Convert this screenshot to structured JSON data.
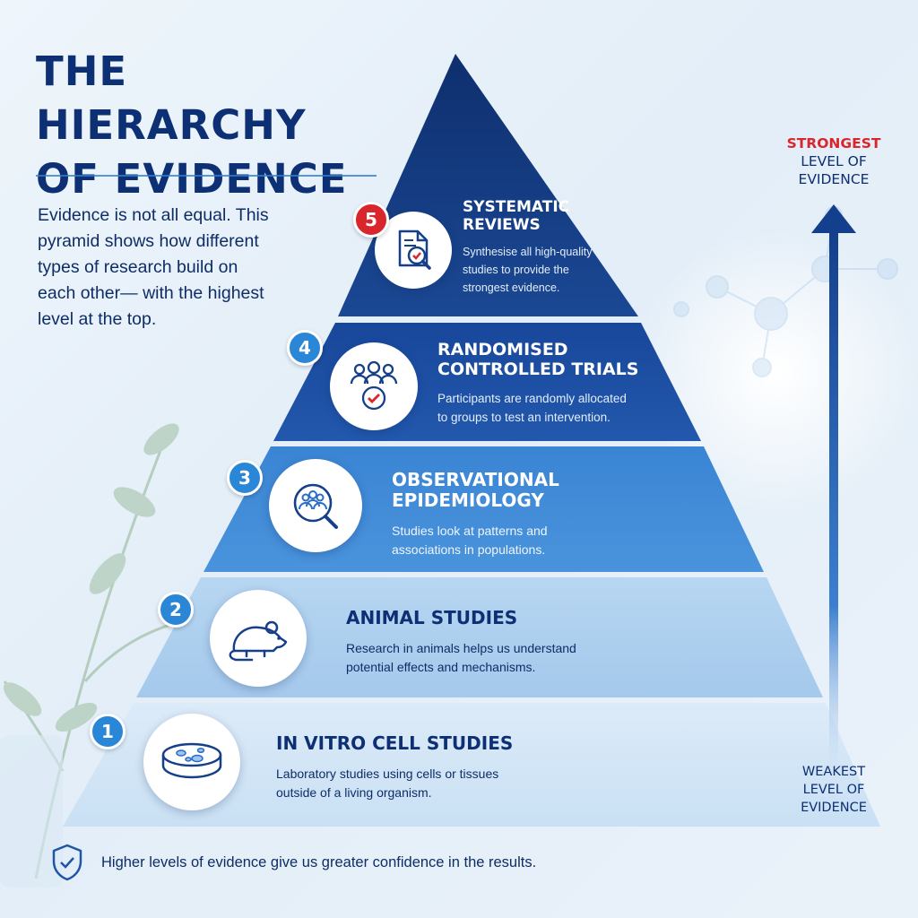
{
  "title_line1": "THE HIERARCHY",
  "title_line2": "OF EVIDENCE",
  "intro": "Evidence is not all equal. This pyramid shows how different types of research build on each other— with the highest level at the top.",
  "strongest": {
    "line1": "STRONGEST",
    "line2": "LEVEL OF",
    "line3": "EVIDENCE"
  },
  "weakest": {
    "line1": "WEAKEST",
    "line2": "LEVEL OF",
    "line3": "EVIDENCE"
  },
  "footer": "Higher levels of evidence give us greater confidence in the results.",
  "tiers": [
    {
      "number": "5",
      "title_line1": "SYSTEMATIC",
      "title_line2": "REVIEWS",
      "desc_line1": "Synthesise all high-quality",
      "desc_line2": "studies to provide the",
      "desc_line3": "strongest evidence.",
      "icon": "document-magnifier-icon",
      "color": "#163f8a",
      "badge_color": "#d9262c"
    },
    {
      "number": "4",
      "title_line1": "RANDOMISED",
      "title_line2": "CONTROLLED TRIALS",
      "desc_line1": "Participants are randomly allocated",
      "desc_line2": "to groups to test an intervention.",
      "icon": "people-check-icon",
      "color": "#1e55a8",
      "badge_color": "#2a86d6"
    },
    {
      "number": "3",
      "title_line1": "OBSERVATIONAL",
      "title_line2": "EPIDEMIOLOGY",
      "desc_line1": "Studies look at patterns and",
      "desc_line2": "associations in populations.",
      "icon": "population-magnifier-icon",
      "color": "#3b87d6",
      "badge_color": "#2a86d6"
    },
    {
      "number": "2",
      "title_line1": "ANIMAL STUDIES",
      "desc_line1": "Research in animals helps us understand",
      "desc_line2": "potential effects and mechanisms.",
      "icon": "mouse-icon",
      "color": "#a9cdee",
      "badge_color": "#2a86d6"
    },
    {
      "number": "1",
      "title_line1": "IN VITRO CELL STUDIES",
      "desc_line1": "Laboratory studies using cells or tissues",
      "desc_line2": "outside of a living organism.",
      "icon": "petri-dish-icon",
      "color": "#cfe3f6",
      "badge_color": "#2a86d6"
    }
  ]
}
